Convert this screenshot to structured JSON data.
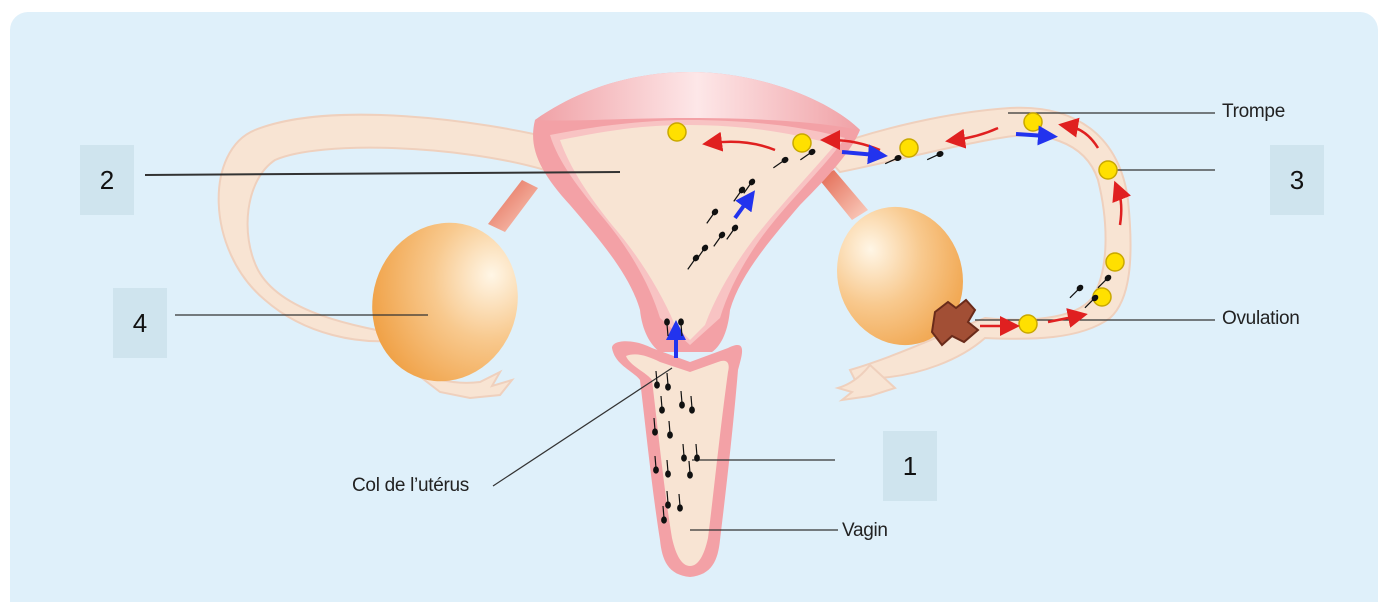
{
  "labels": {
    "trompe": "Trompe",
    "ovulation": "Ovulation",
    "col": "Col de l’utérus",
    "vagin": "Vagin"
  },
  "number_boxes": {
    "box_1": "1",
    "box_2": "2",
    "box_3": "3",
    "box_4": "4"
  },
  "colors": {
    "background": "#dff0fa",
    "tissue": "#f8e4d3",
    "uterine_wall": "#f29aa0",
    "ovary": "#f2ad5a",
    "ovum": "#ffe000",
    "migration_arrow": "#e02020",
    "sperm_arrow": "#2233ee"
  }
}
